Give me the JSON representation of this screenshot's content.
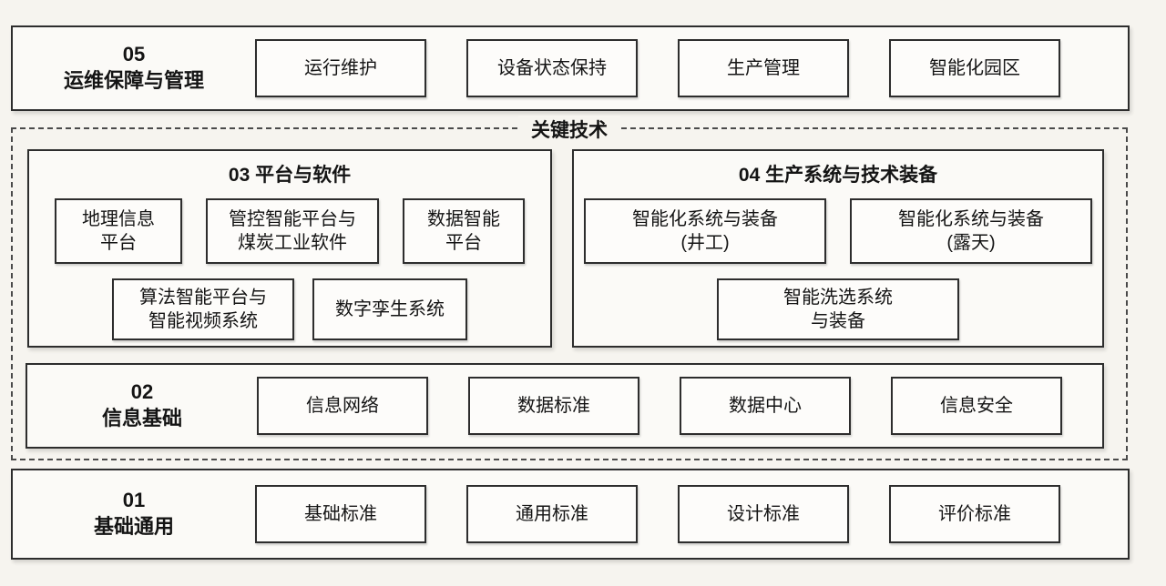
{
  "key_tech": {
    "label": "关键技术"
  },
  "layers": {
    "l05": {
      "code": "05",
      "name": "运维保障与管理",
      "items": [
        "运行维护",
        "设备状态保持",
        "生产管理",
        "智能化园区"
      ]
    },
    "l03": {
      "title": "03 平台与软件",
      "row1": [
        {
          "lines": [
            "地理信息",
            "平台"
          ]
        },
        {
          "lines": [
            "管控智能平台与",
            "煤炭工业软件"
          ]
        },
        {
          "lines": [
            "数据智能",
            "平台"
          ]
        }
      ],
      "row2": [
        {
          "lines": [
            "算法智能平台与",
            "智能视频系统"
          ]
        },
        {
          "lines": [
            "数字孪生系统"
          ]
        }
      ]
    },
    "l04": {
      "title": "04 生产系统与技术装备",
      "row1": [
        {
          "lines": [
            "智能化系统与装备",
            "(井工)"
          ]
        },
        {
          "lines": [
            "智能化系统与装备",
            "(露天)"
          ]
        }
      ],
      "row2": [
        {
          "lines": [
            "智能洗选系统",
            "与装备"
          ]
        }
      ]
    },
    "l02": {
      "code": "02",
      "name": "信息基础",
      "items": [
        "信息网络",
        "数据标准",
        "数据中心",
        "信息安全"
      ]
    },
    "l01": {
      "code": "01",
      "name": "基础通用",
      "items": [
        "基础标准",
        "通用标准",
        "设计标准",
        "评价标准"
      ]
    }
  }
}
